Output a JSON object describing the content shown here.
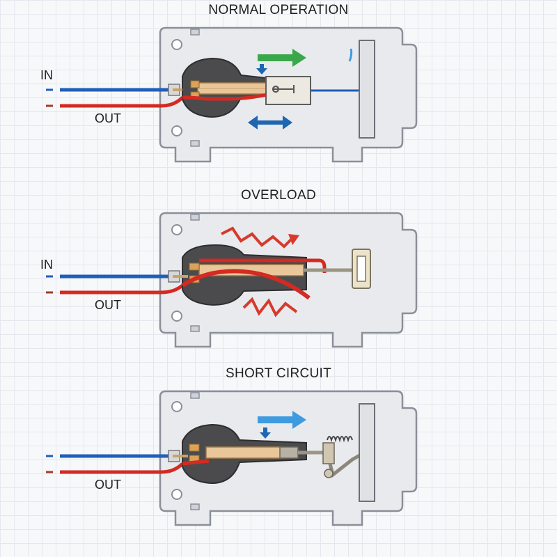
{
  "colors": {
    "housing_fill": "#e8eaee",
    "housing_stroke": "#8a8f98",
    "wire_in": "#1f5fb8",
    "wire_out": "#d42a22",
    "coil": "#4b4b4d",
    "bimetal": "#e9c79a",
    "arrow_green": "#3aa84a",
    "arrow_blue": "#1f65b0",
    "arrow_light_blue": "#3f9be0",
    "heat_red": "#d73a2c"
  },
  "panels": [
    {
      "title": "NORMAL OPERATION",
      "in_label": "IN",
      "out_label": "OUT",
      "icons": [
        "green-arrow-right-icon",
        "blue-arrow-down-icon",
        "blue-double-arrow-icon"
      ]
    },
    {
      "title": "OVERLOAD",
      "in_label": "IN",
      "out_label": "OUT",
      "icons": [
        "heat-zigzag-arrow-icon",
        "heat-zigzag-icon"
      ]
    },
    {
      "title": "SHORT CIRCUIT",
      "in_label": "",
      "out_label": "OUT",
      "icons": [
        "light-blue-arrow-right-icon",
        "blue-arrow-down-icon",
        "spring-icon"
      ]
    }
  ]
}
